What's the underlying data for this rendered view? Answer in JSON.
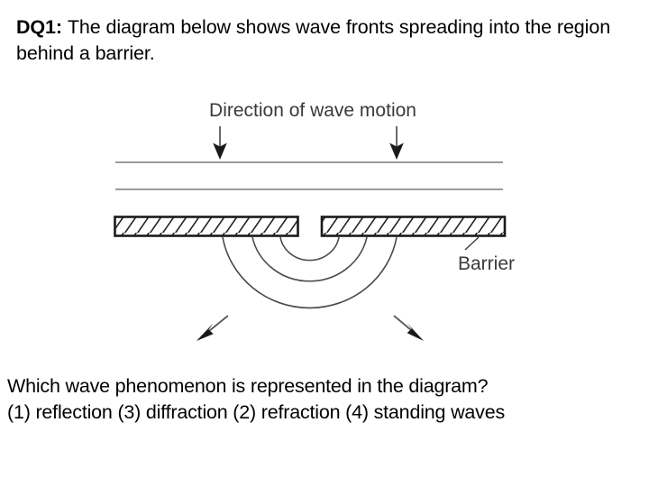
{
  "question": {
    "label": "DQ1:",
    "stem": "The diagram below shows wave fronts spreading into the region behind a barrier."
  },
  "diagram": {
    "caption": "Direction of wave motion",
    "barrier_label": "Barrier",
    "incoming_wavefront_count": 2,
    "diffracted_wavefront_count": 3,
    "incoming_arrow_count": 2,
    "spreading_arrow_count": 2,
    "line_color": "#8d8d8d",
    "barrier_color": "#1a1a1a",
    "arrow_color": "#1a1a1a",
    "text_color": "#3a3a3a"
  },
  "answer": {
    "prompt": "Which wave phenomenon is represented in the diagram?",
    "options_line": "(1) reflection (3) diffraction (2) refraction (4) standing waves",
    "options": [
      {
        "number": "(1)",
        "text": "reflection"
      },
      {
        "number": "(3)",
        "text": "diffraction"
      },
      {
        "number": "(2)",
        "text": "refraction"
      },
      {
        "number": "(4)",
        "text": "standing waves"
      }
    ]
  }
}
